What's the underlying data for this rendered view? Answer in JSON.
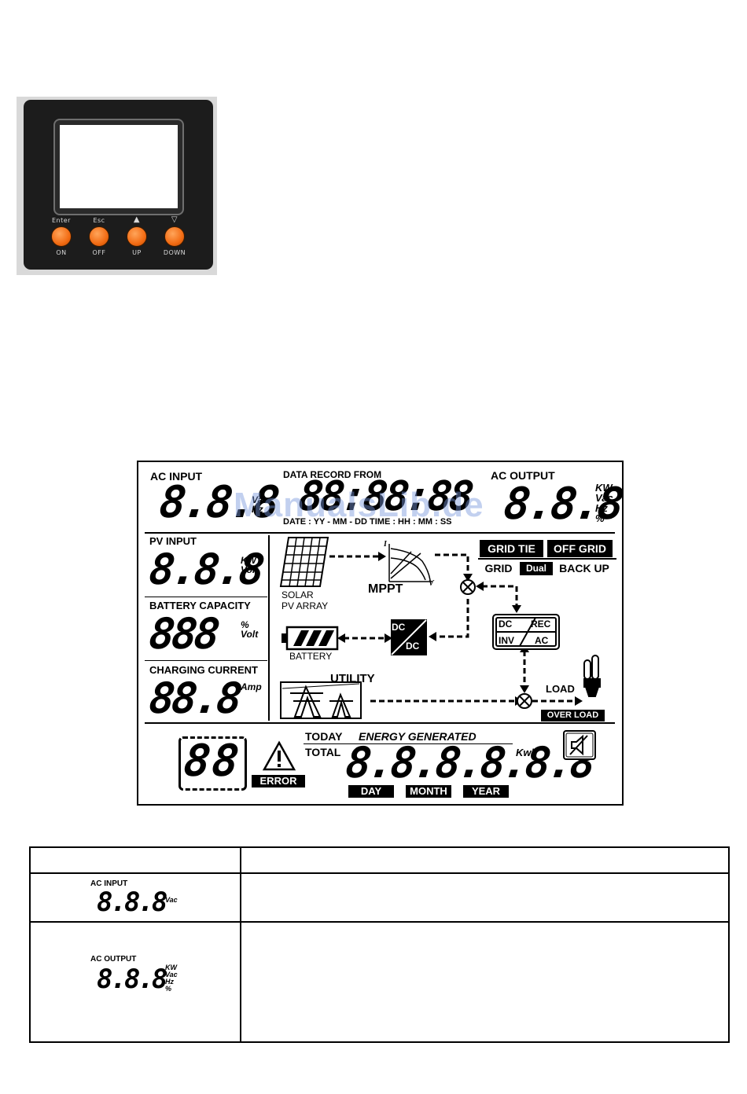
{
  "control_panel": {
    "buttons": [
      {
        "top_label": "Enter",
        "bottom_label": "ON"
      },
      {
        "top_label": "Esc",
        "bottom_label": "OFF"
      },
      {
        "top_label": "▲",
        "bottom_label": "UP"
      },
      {
        "top_label": "▽",
        "bottom_label": "DOWN"
      }
    ]
  },
  "lcd": {
    "ac_input": {
      "label": "AC INPUT",
      "digits": "8.8.8",
      "units": "Vac\nHz"
    },
    "data_record": {
      "label": "DATA RECORD FROM",
      "digits": "88:88:88",
      "caption": "DATE : YY - MM - DD TIME : HH : MM : SS"
    },
    "ac_output": {
      "label": "AC OUTPUT",
      "digits": "8.8.8",
      "units": "KW\nVac\nHz\n%"
    },
    "pv_input": {
      "label": "PV INPUT",
      "digits": "8.8.8",
      "units": "KW\nVolt"
    },
    "battery_capacity": {
      "label": "BATTERY  CAPACITY",
      "digits": "888",
      "units": "%\nVolt"
    },
    "charging_current": {
      "label": "CHARGING CURRENT",
      "digits": "88.8",
      "units": "Amp"
    },
    "diagram": {
      "solar_label_1": "SOLAR",
      "solar_label_2": "PV ARRAY",
      "mppt": "MPPT",
      "curve_i": "I",
      "curve_v": "V",
      "battery": "BATTERY",
      "dc_top": "DC",
      "dc_bottom": "DC",
      "utility": "UTILITY",
      "load": "LOAD",
      "overload": "OVER LOAD",
      "grid_tie": "GRID TIE",
      "off_grid": "OFF GRID",
      "grid": "GRID",
      "dual": "Dual",
      "back_up": "BACK UP",
      "conv_dc": "DC",
      "conv_rec": "REC",
      "conv_inv": "INV",
      "conv_ac": "AC"
    },
    "bottom": {
      "alnum_digits": "88",
      "error": "ERROR",
      "today_label": "TODAY",
      "energy_label": "ENERGY GENERATED",
      "total_label": "TOTAL",
      "energy_digits": "8.8.8.8.8.8",
      "energy_unit": "Kwh",
      "day": "DAY",
      "month": "MONTH",
      "year": "YEAR"
    },
    "watermark": "ManualsLib.de"
  },
  "table": {
    "header": [
      "",
      ""
    ],
    "rows": [
      {
        "label": "AC INPUT",
        "digits": "8.8.8",
        "units": "Vac",
        "description": ""
      },
      {
        "label": "AC OUTPUT",
        "digits": "8.8.8",
        "units": "KW\nVac\nHz\n%",
        "description": ""
      }
    ]
  }
}
